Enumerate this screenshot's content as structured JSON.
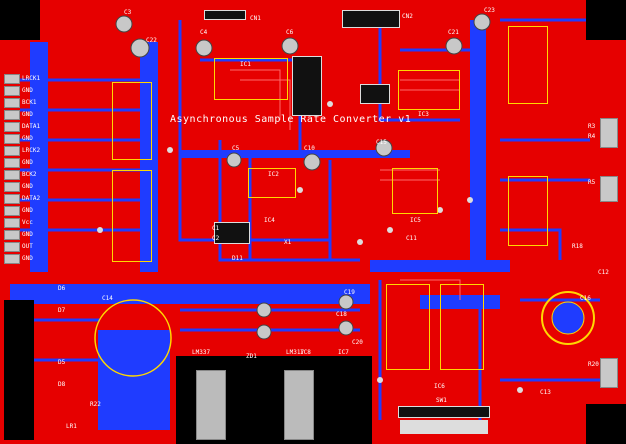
{
  "board": {
    "title": "Asynchronous Sample Rate Converter v1",
    "colors": {
      "copper_top": "#e60000",
      "copper_bottom": "#1f3cff",
      "silk": "#ffffff",
      "outline": "#ffd800",
      "pad": "#c8c8c8",
      "void": "#000000"
    }
  },
  "labels": {
    "left_header": [
      "LRCK1",
      "GND",
      "BCK1",
      "GND",
      "DATA1",
      "GND",
      "LRCK2",
      "GND",
      "BCK2",
      "GND",
      "DATA2",
      "GND",
      "Vcc",
      "GND",
      "OUT",
      "GND"
    ],
    "top": [
      "C3",
      "CN1",
      "C6",
      "C4",
      "IC1",
      "CN2",
      "C23",
      "C21"
    ],
    "mid": [
      "C22",
      "IC4",
      "C10",
      "C5",
      "C15",
      "IC2",
      "IC3",
      "C1",
      "C2",
      "X1",
      "C11",
      "IC5"
    ],
    "bottom": [
      "D6",
      "D7",
      "D5",
      "D8",
      "C14",
      "R22",
      "LR1",
      "ZD1",
      "IC8",
      "IC7",
      "C19",
      "C20",
      "C18",
      "IC6",
      "D11",
      "LM317",
      "LM337"
    ],
    "right": [
      "R3",
      "R4",
      "R5",
      "R18",
      "C12",
      "C13",
      "C16",
      "R20"
    ],
    "dip": "SW1"
  }
}
